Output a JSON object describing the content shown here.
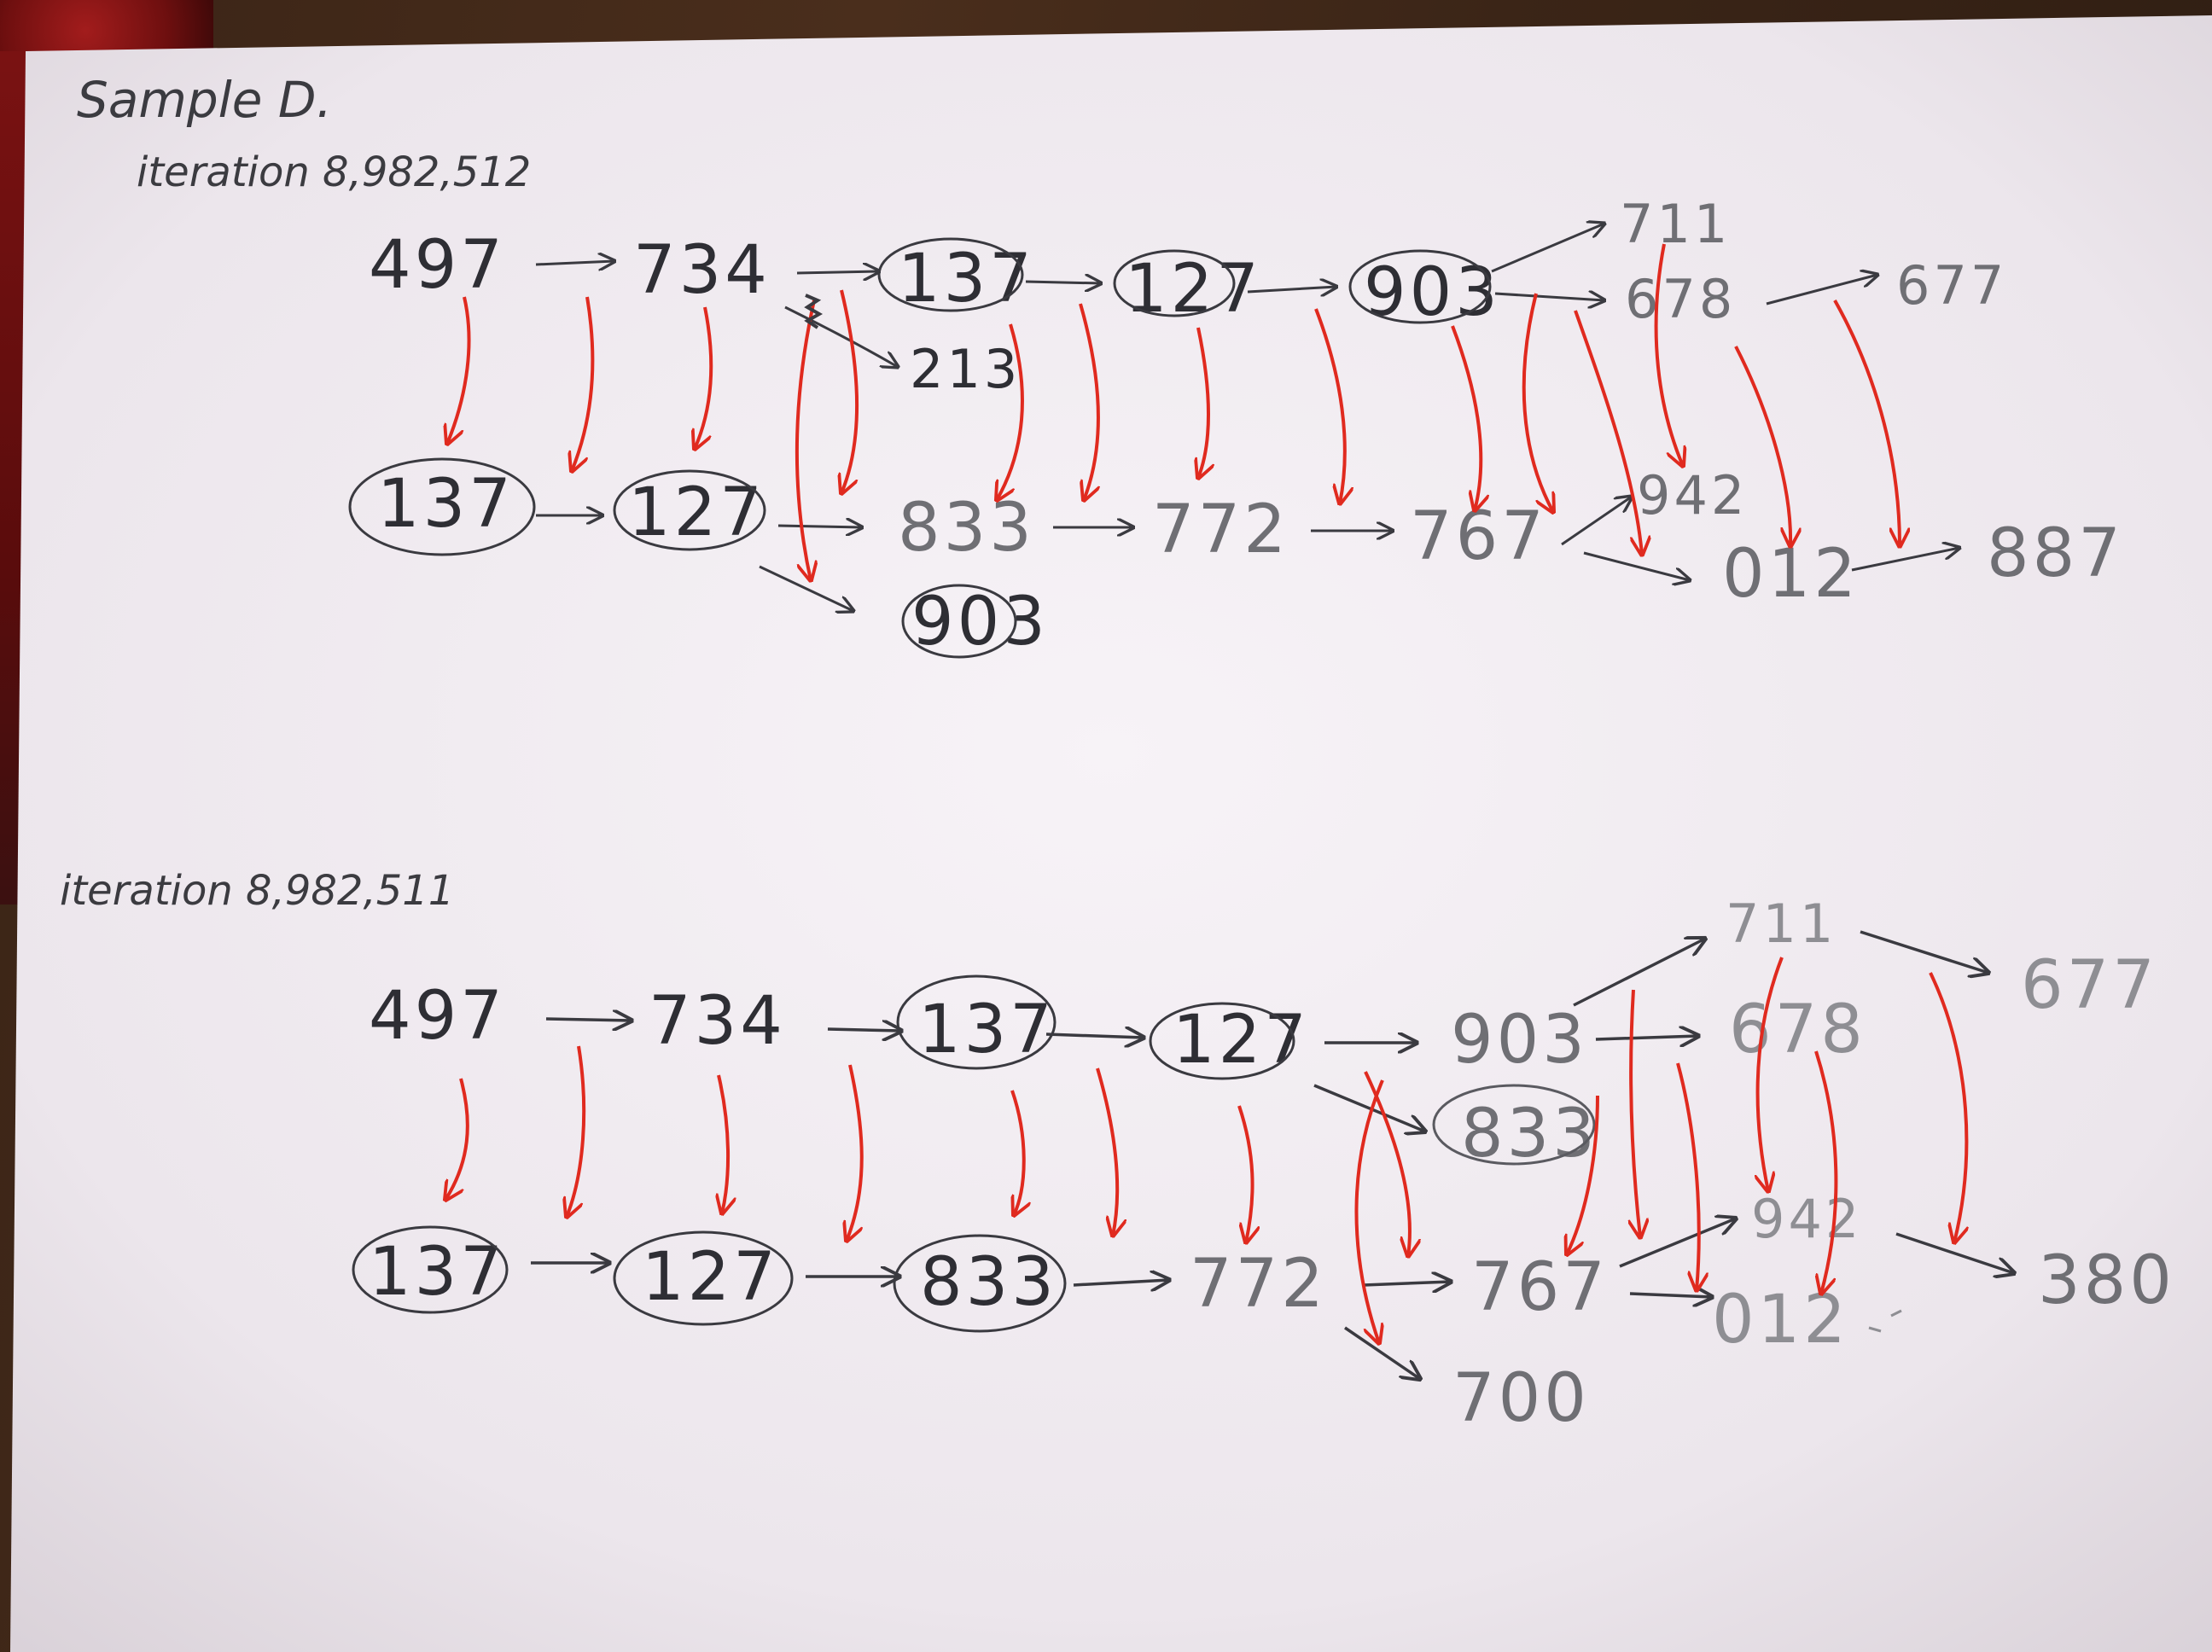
{
  "sample_label": "Sample D.",
  "top": {
    "iteration_label": "iteration 8,982,512",
    "row1": [
      "497",
      "734",
      "137",
      "127",
      "903",
      "711",
      "678",
      "677"
    ],
    "branch_213": "213",
    "row2": [
      "137",
      "127",
      "833",
      "772",
      "767",
      "942",
      "012",
      "887"
    ],
    "branch_903": "903"
  },
  "bottom": {
    "iteration_label": "iteration 8,982,511",
    "row1": [
      "497",
      "734",
      "137",
      "127",
      "903",
      "711",
      "678",
      "677"
    ],
    "branch_833": "833",
    "row2": [
      "137",
      "127",
      "833",
      "772",
      "767",
      "942",
      "012",
      "380"
    ],
    "branch_700": "700"
  },
  "colors": {
    "paper": "#f3eef3",
    "pencil": "#3a3a40",
    "red_arrows": "#e02a1f",
    "wood": "#3a2416",
    "fabric": "#7a1212"
  }
}
